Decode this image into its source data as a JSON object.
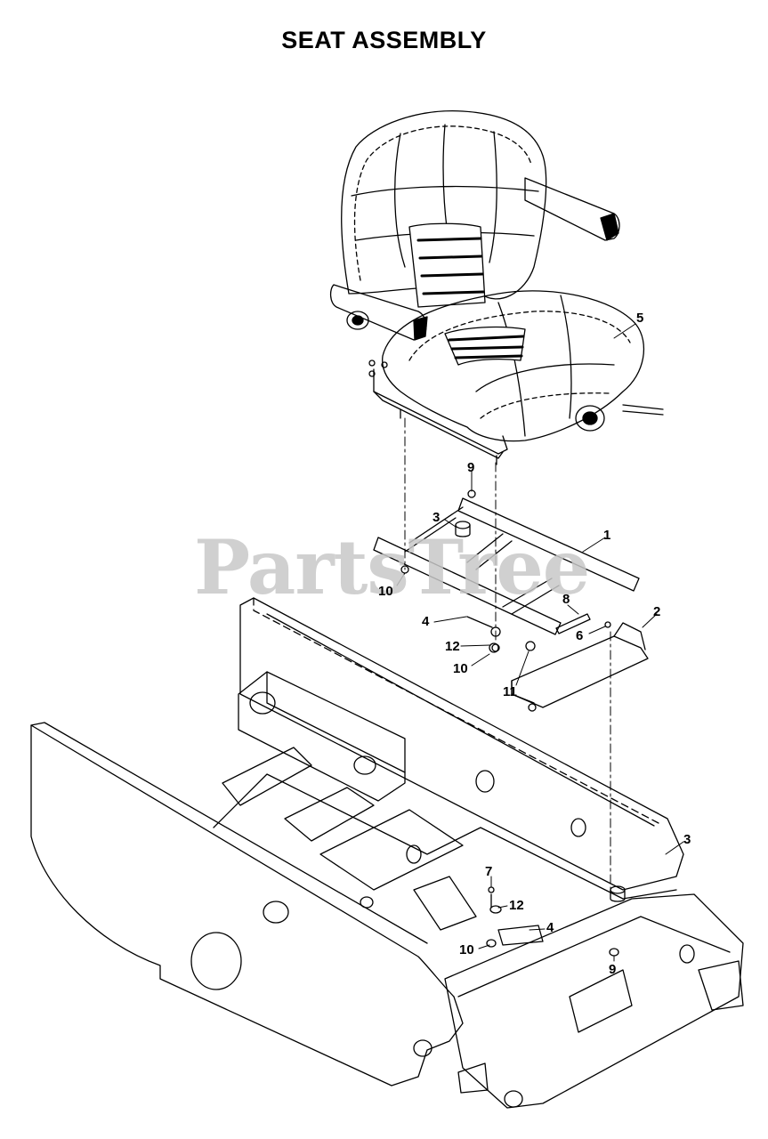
{
  "title": "SEAT ASSEMBLY",
  "watermark": "PartsTree",
  "callouts": [
    {
      "id": "c5",
      "label": "5"
    },
    {
      "id": "c9a",
      "label": "9"
    },
    {
      "id": "c3a",
      "label": "3"
    },
    {
      "id": "c1",
      "label": "1"
    },
    {
      "id": "c10a",
      "label": "10"
    },
    {
      "id": "c8",
      "label": "8"
    },
    {
      "id": "c2",
      "label": "2"
    },
    {
      "id": "c4a",
      "label": "4"
    },
    {
      "id": "c6",
      "label": "6"
    },
    {
      "id": "c12a",
      "label": "12"
    },
    {
      "id": "c10b",
      "label": "10"
    },
    {
      "id": "c11",
      "label": "11"
    },
    {
      "id": "c3b",
      "label": "3"
    },
    {
      "id": "c7",
      "label": "7"
    },
    {
      "id": "c12b",
      "label": "12"
    },
    {
      "id": "c4b",
      "label": "4"
    },
    {
      "id": "c10c",
      "label": "10"
    },
    {
      "id": "c9b",
      "label": "9"
    }
  ]
}
